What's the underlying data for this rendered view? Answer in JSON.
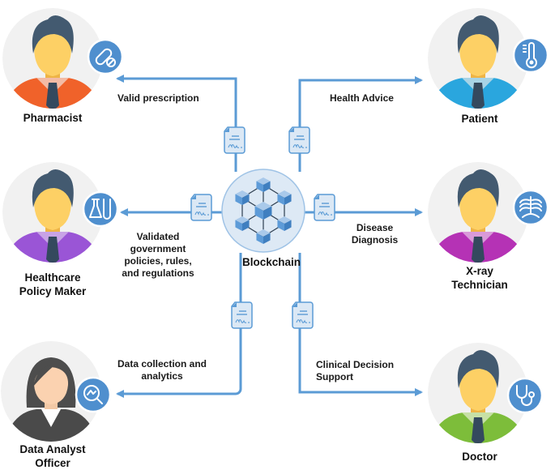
{
  "center": {
    "label": "Blockchain",
    "icon": "blockchain-cubes-icon"
  },
  "colors": {
    "line": "#5b9bd5",
    "badge": "#4f8fce",
    "avatar_bg": "#f1f1f1",
    "skin": "#fdd065",
    "hair": "#435a70",
    "tie": "#34495e",
    "blockchain_bg": "#dde9f5"
  },
  "actors": [
    {
      "id": "pharmacist",
      "name_lines": [
        "Pharmacist"
      ],
      "icon": "pills-icon",
      "shirt": "#f0622a",
      "collar": "#f3bba5",
      "flow": "Valid prescription",
      "direction": "to-actor"
    },
    {
      "id": "patient",
      "name_lines": [
        "Patient"
      ],
      "icon": "thermometer-icon",
      "shirt": "#2aa6de",
      "collar": "#a7d3e6",
      "flow": "Health Advice",
      "direction": "to-actor"
    },
    {
      "id": "policy-maker",
      "name_lines": [
        "Healthcare",
        "Policy Maker"
      ],
      "icon": "lab-flasks-icon",
      "shirt": "#9a55d6",
      "collar": "#c8a3e6",
      "flow_lines": [
        "Validated",
        "government",
        "policies, rules,",
        "and regulations"
      ],
      "direction": "to-actor"
    },
    {
      "id": "xray-technician",
      "name_lines": [
        "X-ray",
        "Technician"
      ],
      "icon": "ribcage-xray-icon",
      "shirt": "#b532b5",
      "collar": "#d99ad9",
      "flow_lines": [
        "Disease",
        "Diagnosis"
      ],
      "direction": "to-actor"
    },
    {
      "id": "data-analyst",
      "name_lines": [
        "Data Analyst",
        "Officer"
      ],
      "icon": "analytics-magnifier-icon",
      "shirt": "#4a4a4a",
      "collar": "#ffffff",
      "flow_lines": [
        "Data collection and",
        "analytics"
      ],
      "direction": "to-actor"
    },
    {
      "id": "doctor",
      "name_lines": [
        "Doctor"
      ],
      "icon": "stethoscope-icon",
      "shirt": "#7dbd3a",
      "collar": "#c7e0a6",
      "flow_lines": [
        "Clinical Decision",
        "Support"
      ],
      "direction": "to-actor"
    }
  ],
  "document_icon": "signed-document-icon"
}
